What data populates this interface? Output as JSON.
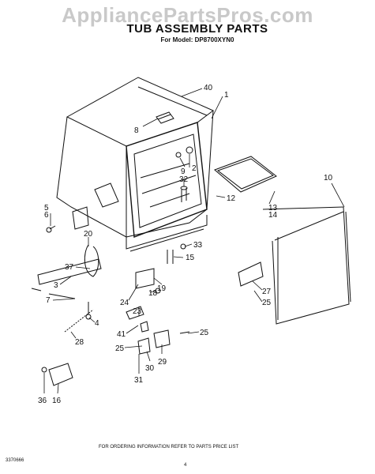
{
  "watermark": "AppliancePartsPros.com",
  "title": "TUB ASSEMBLY PARTS",
  "subtitle": "For Model: DP8700XYN0",
  "footer": {
    "doc_number": "3370666",
    "ordering_note": "FOR ORDERING INFORMATION REFER TO PARTS PRICE LIST",
    "page_number": "4"
  },
  "callouts": [
    "40",
    "1",
    "8",
    "9",
    "2",
    "32",
    "12",
    "10",
    "13",
    "14",
    "5",
    "6",
    "20",
    "33",
    "15",
    "37",
    "3",
    "19",
    "27",
    "25",
    "7",
    "24",
    "18",
    "23",
    "4",
    "28",
    "41",
    "25",
    "25",
    "30",
    "29",
    "31",
    "36",
    "16"
  ]
}
